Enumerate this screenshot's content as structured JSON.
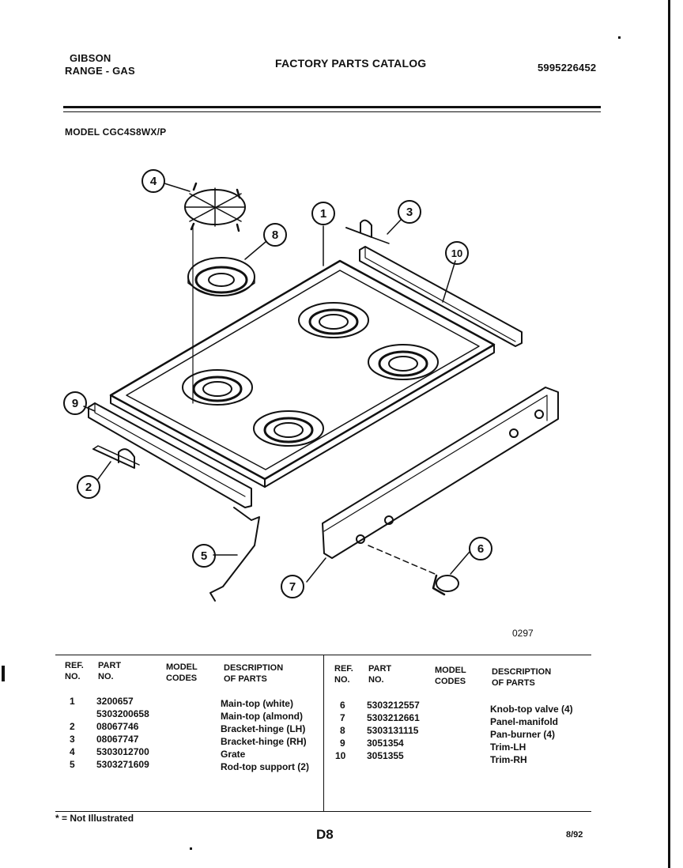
{
  "header": {
    "brand": "GIBSON",
    "product": "RANGE - GAS",
    "title": "FACTORY PARTS CATALOG",
    "catalog_number": "5995226452"
  },
  "model_line": "MODEL CGC4S8WX/P",
  "diagram": {
    "callouts": [
      "1",
      "2",
      "3",
      "4",
      "5",
      "6",
      "7",
      "8",
      "9",
      "10"
    ],
    "drawing_code": "0297"
  },
  "table": {
    "headers": {
      "ref_no": "REF.\nNO.",
      "part_no": "PART\nNO.",
      "model_codes": "MODEL\nCODES",
      "description": "DESCRIPTION\nOF PARTS"
    },
    "left_rows": [
      {
        "ref": "1",
        "part": "3200657",
        "desc": "Main-top (white)"
      },
      {
        "ref": "",
        "part": "5303200658",
        "desc": "Main-top (almond)"
      },
      {
        "ref": "2",
        "part": "08067746",
        "desc": "Bracket-hinge (LH)"
      },
      {
        "ref": "3",
        "part": "08067747",
        "desc": "Bracket-hinge (RH)"
      },
      {
        "ref": "4",
        "part": "5303012700",
        "desc": "Grate"
      },
      {
        "ref": "5",
        "part": "5303271609",
        "desc": "Rod-top support (2)"
      }
    ],
    "right_rows": [
      {
        "ref": "6",
        "part": "5303212557",
        "desc": "Knob-top valve (4)"
      },
      {
        "ref": "7",
        "part": "5303212661",
        "desc": "Panel-manifold"
      },
      {
        "ref": "8",
        "part": "5303131115",
        "desc": "Pan-burner (4)"
      },
      {
        "ref": "9",
        "part": "3051354",
        "desc": "Trim-LH"
      },
      {
        "ref": "10",
        "part": "3051355",
        "desc": "Trim-RH"
      }
    ]
  },
  "footer": {
    "footnote": "* = Not Illustrated",
    "page_id": "D8",
    "date": "8/92"
  }
}
